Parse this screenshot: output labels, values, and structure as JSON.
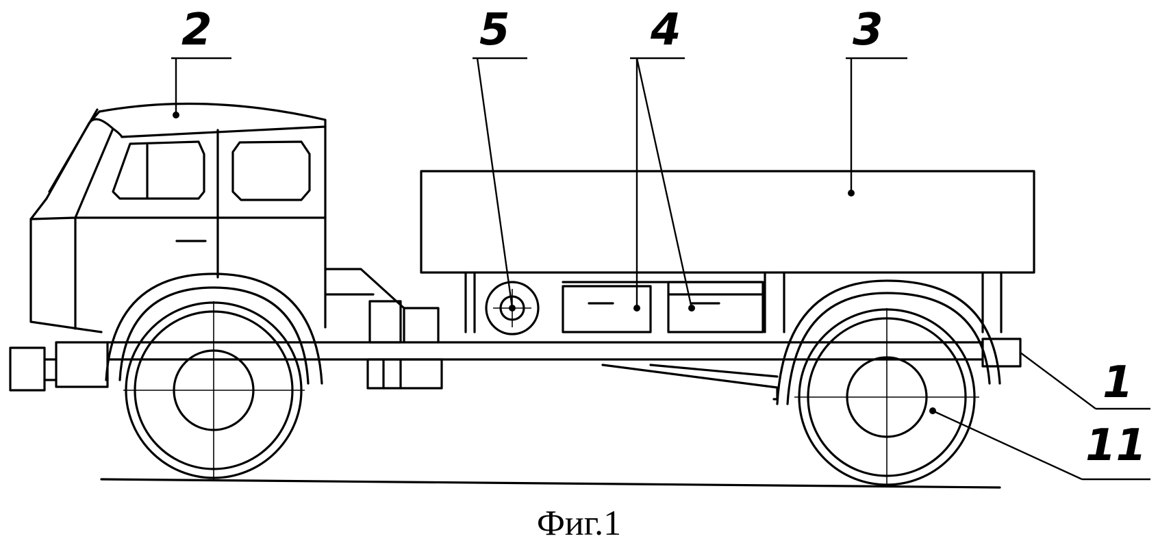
{
  "figure": {
    "caption": "Фиг.1",
    "labels": {
      "frame": "1",
      "cab": "2",
      "body": "3",
      "boxes": "4",
      "spare_wheel": "5",
      "wheel": "11"
    }
  }
}
